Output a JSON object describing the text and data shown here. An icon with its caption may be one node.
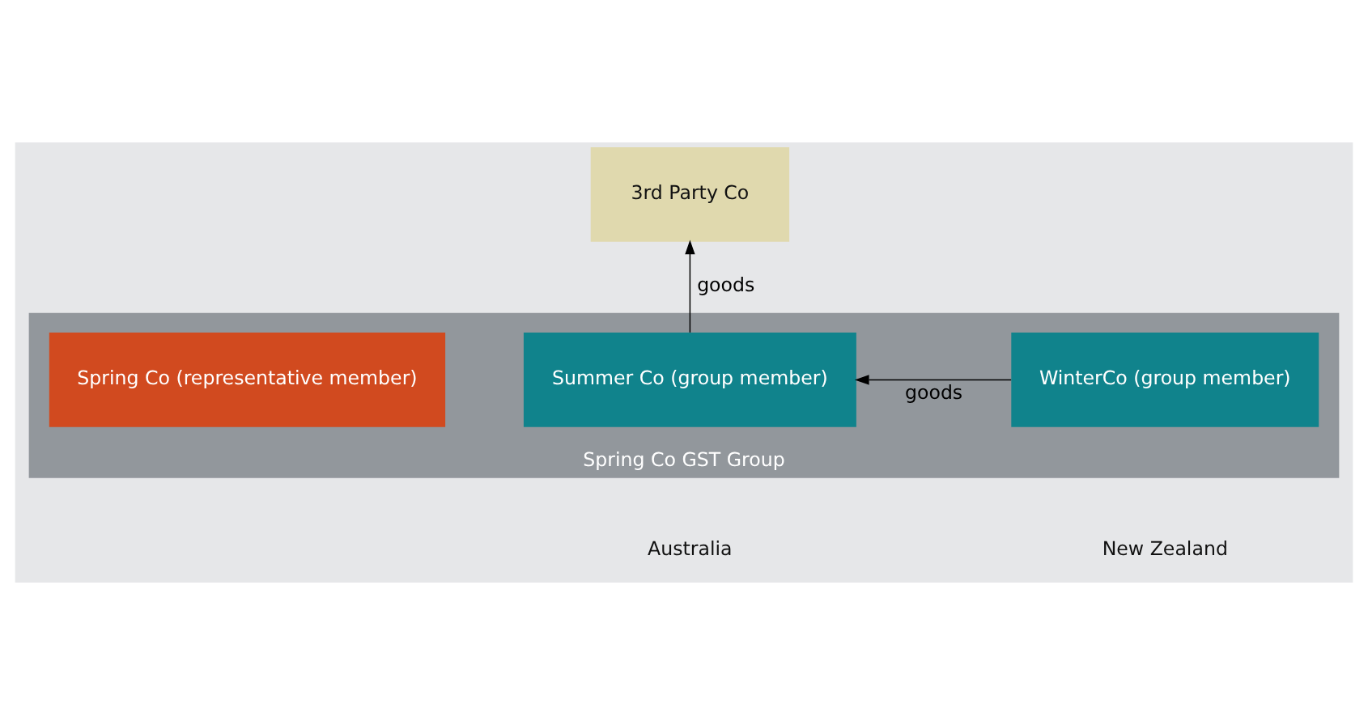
{
  "diagram": {
    "nodes": [
      {
        "text": [
          "3rd Party Co"
        ]
      },
      {
        "text": [
          "Spring Co GST Group"
        ]
      },
      {
        "text": [
          "Summer Co (group member)"
        ],
        "in": 1
      },
      {
        "text": [
          "WinterCo (group member)"
        ],
        "in": 1
      },
      {
        "text": [
          "Spring Co (representative member)"
        ],
        "in": 1
      }
    ],
    "edges": [
      {
        "from": 2,
        "to": 0,
        "arrow": "to",
        "label": "goods"
      },
      {
        "from": 3,
        "to": 2,
        "arrow": "to",
        "label": "goods"
      }
    ],
    "labels": [
      "Australia",
      "New Zealand"
    ]
  }
}
